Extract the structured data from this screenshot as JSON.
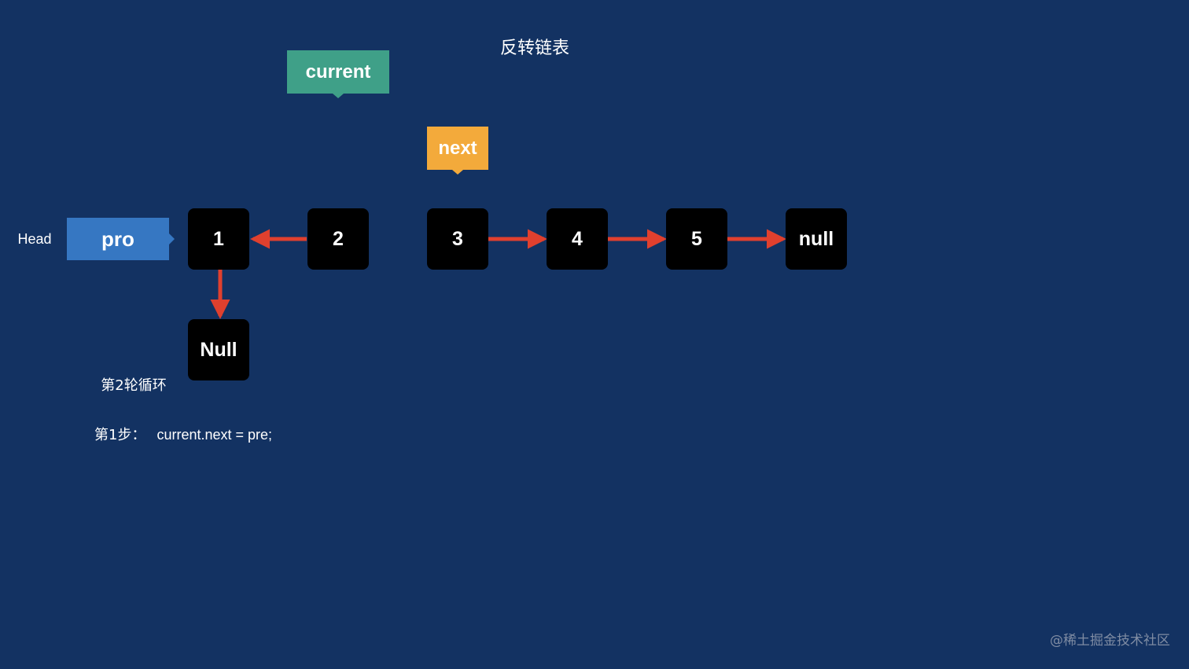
{
  "title": "反转链表",
  "head_label": "Head",
  "pointers": {
    "current": "current",
    "next": "next",
    "pro": "pro"
  },
  "nodes": [
    "1",
    "2",
    "3",
    "4",
    "5",
    "null"
  ],
  "null_node": "Null",
  "round_label": "第2轮循环",
  "step": {
    "label": "第1步：",
    "code": "current.next = pre;"
  },
  "watermark": "@稀土掘金技术社区",
  "colors": {
    "background": "#133262",
    "node": "#000000",
    "arrow": "#e0402e",
    "current": "#3fa088",
    "next": "#f3aa3b",
    "pro": "#3677c2"
  }
}
